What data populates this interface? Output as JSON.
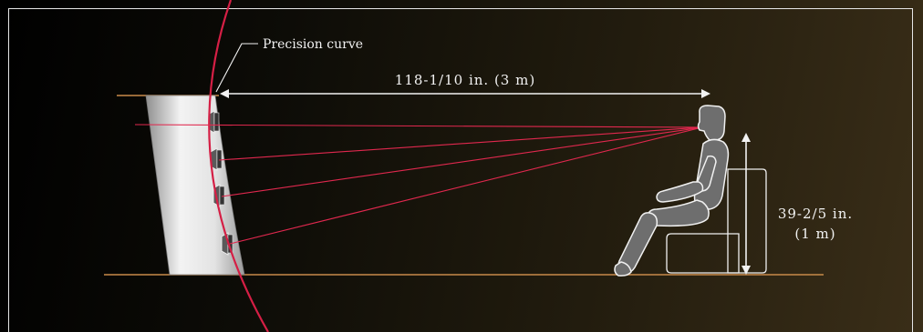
{
  "labels": {
    "precision_curve": "Precision curve",
    "viewing_distance": "118-1/10 in. (3 m)",
    "eye_height_line1": "39-2/5 in.",
    "eye_height_line2": "(1 m)"
  },
  "colors": {
    "sightline": "#e0284e",
    "curve": "#d51f45",
    "floor": "#c88a4a",
    "dimension": "#f2f2f2",
    "figure_fill": "#6e6e6e",
    "figure_stroke": "#f0f0f0",
    "column_light": "#f4f4f4",
    "column_dark": "#8a8a8a"
  },
  "icons": [
    "speaker-icon",
    "seated-person-icon",
    "chair-icon"
  ]
}
